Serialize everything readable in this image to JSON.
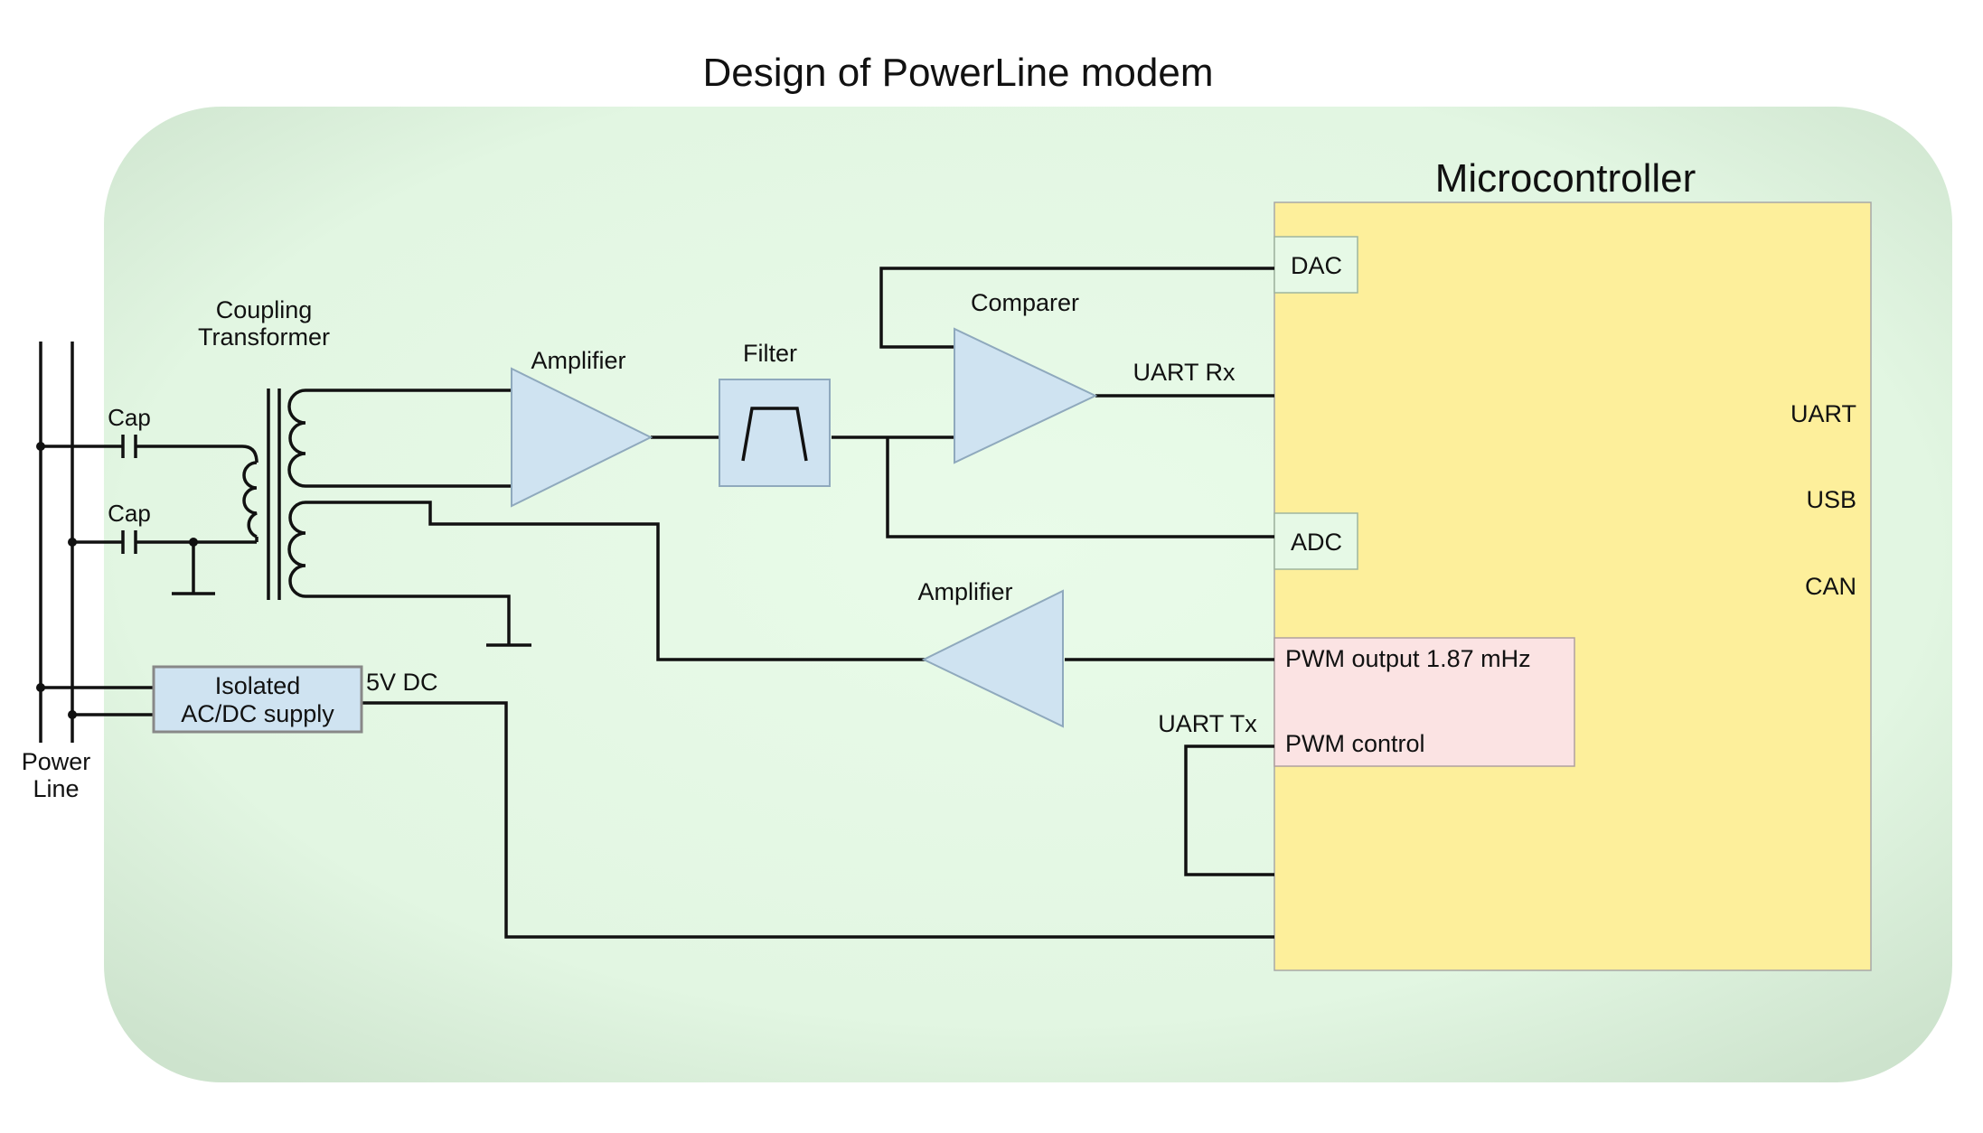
{
  "title": "Design of PowerLine modem",
  "colors": {
    "board_fill": "#e6f9e6",
    "board_edge": "#c9e0c9",
    "block_fill": "#cfe3f1",
    "block_stroke": "#8fa9bd",
    "mcu_fill": "#fdef9b",
    "pwm_fill": "#fbe3e3",
    "port_fill": "#e6f9e6",
    "wire": "#111111"
  },
  "labels": {
    "microcontroller": "Microcontroller",
    "coupling_transformer_line1": "Coupling",
    "coupling_transformer_line2": "Transformer",
    "cap_top": "Cap",
    "cap_bottom": "Cap",
    "amplifier_rx": "Amplifier",
    "filter": "Filter",
    "comparer": "Comparer",
    "uart_rx": "UART Rx",
    "uart_tx": "UART Tx",
    "amplifier_tx": "Amplifier",
    "supply_line1": "Isolated",
    "supply_line2": "AC/DC supply",
    "dc_out": "5V DC",
    "power_line_line1": "Power",
    "power_line_line2": "Line"
  },
  "mcu_ports": {
    "dac": "DAC",
    "adc": "ADC",
    "pwm_output": "PWM output 1.87 mHz",
    "pwm_control": "PWM control"
  },
  "mcu_interfaces": [
    "UART",
    "USB",
    "CAN"
  ],
  "icons": {
    "filter": "bandpass-filter-icon",
    "amplifier": "triangle-amplifier-icon",
    "capacitor": "capacitor-icon",
    "ground": "ground-icon",
    "transformer": "transformer-coil-icon"
  }
}
